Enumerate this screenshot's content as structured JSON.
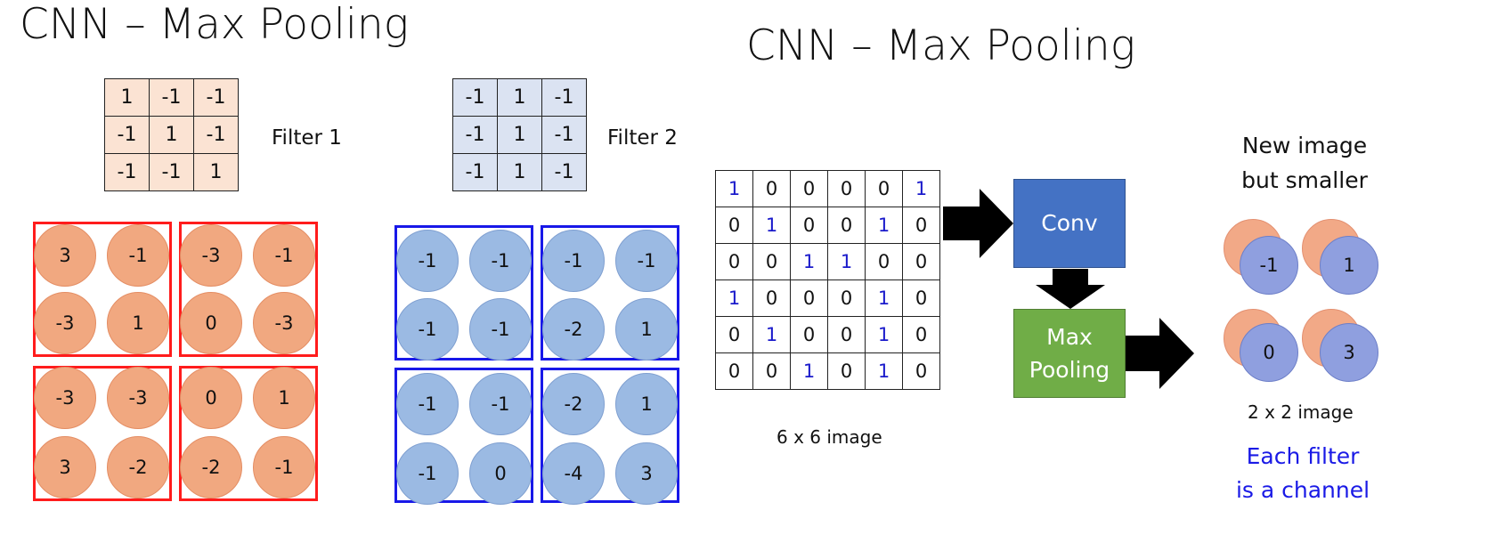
{
  "titles": {
    "left": "CNN – Max Pooling",
    "right": "CNN – Max Pooling"
  },
  "filters": [
    {
      "label": "Filter 1",
      "cells": [
        [
          "1",
          "-1",
          "-1"
        ],
        [
          "-1",
          "1",
          "-1"
        ],
        [
          "-1",
          "-1",
          "1"
        ]
      ]
    },
    {
      "label": "Filter 2",
      "cells": [
        [
          "-1",
          "1",
          "-1"
        ],
        [
          "-1",
          "1",
          "-1"
        ],
        [
          "-1",
          "1",
          "-1"
        ]
      ]
    }
  ],
  "feature_maps": {
    "filter1": [
      [
        "3",
        "-1",
        "-3",
        "-1"
      ],
      [
        "-3",
        "1",
        "0",
        "-3"
      ],
      [
        "-3",
        "-3",
        "0",
        "1"
      ],
      [
        "3",
        "-2",
        "-2",
        "-1"
      ]
    ],
    "filter2": [
      [
        "-1",
        "-1",
        "-1",
        "-1"
      ],
      [
        "-1",
        "-1",
        "-2",
        "1"
      ],
      [
        "-1",
        "-1",
        "-2",
        "1"
      ],
      [
        "-1",
        "0",
        "-4",
        "3"
      ]
    ]
  },
  "image": {
    "caption": "6 x 6 image",
    "cells": [
      [
        "1",
        "0",
        "0",
        "0",
        "0",
        "1"
      ],
      [
        "0",
        "1",
        "0",
        "0",
        "1",
        "0"
      ],
      [
        "0",
        "0",
        "1",
        "1",
        "0",
        "0"
      ],
      [
        "1",
        "0",
        "0",
        "0",
        "1",
        "0"
      ],
      [
        "0",
        "1",
        "0",
        "0",
        "1",
        "0"
      ],
      [
        "0",
        "0",
        "1",
        "0",
        "1",
        "0"
      ]
    ]
  },
  "boxes": {
    "conv": "Conv",
    "pool_line1": "Max",
    "pool_line2": "Pooling"
  },
  "result": {
    "title_line1": "New image",
    "title_line2": "but smaller",
    "values": [
      "-1",
      "1",
      "0",
      "3"
    ],
    "caption": "2 x 2 image",
    "note_line1": "Each filter",
    "note_line2": "is a channel"
  },
  "colors": {
    "filter1_accent": "#ff1c1c",
    "filter2_accent": "#1818e8",
    "conv_box": "#4472c4",
    "pool_box": "#70ad47",
    "highlight_text": "#1a1ae6"
  }
}
